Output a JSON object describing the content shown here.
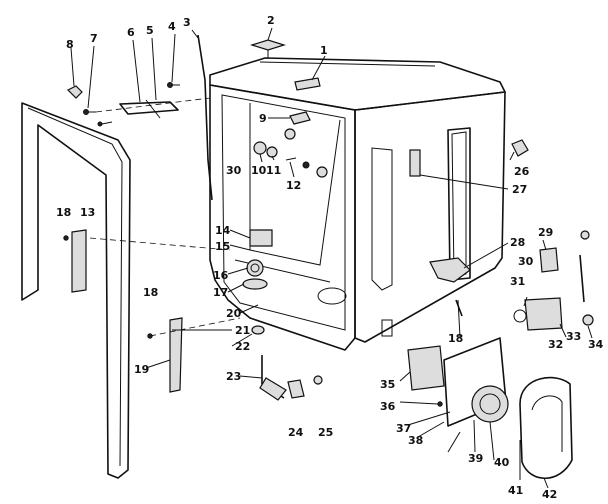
{
  "callouts": [
    "1",
    "2",
    "3",
    "4",
    "5",
    "6",
    "7",
    "8",
    "9",
    "10",
    "11",
    "12",
    "13",
    "14",
    "15",
    "16",
    "17",
    "18",
    "18",
    "18",
    "19",
    "20",
    "21",
    "22",
    "23",
    "24",
    "25",
    "26",
    "27",
    "28",
    "29",
    "30",
    "30",
    "31",
    "32",
    "33",
    "34",
    "35",
    "36",
    "37",
    "38",
    "39",
    "40",
    "41",
    "42"
  ]
}
